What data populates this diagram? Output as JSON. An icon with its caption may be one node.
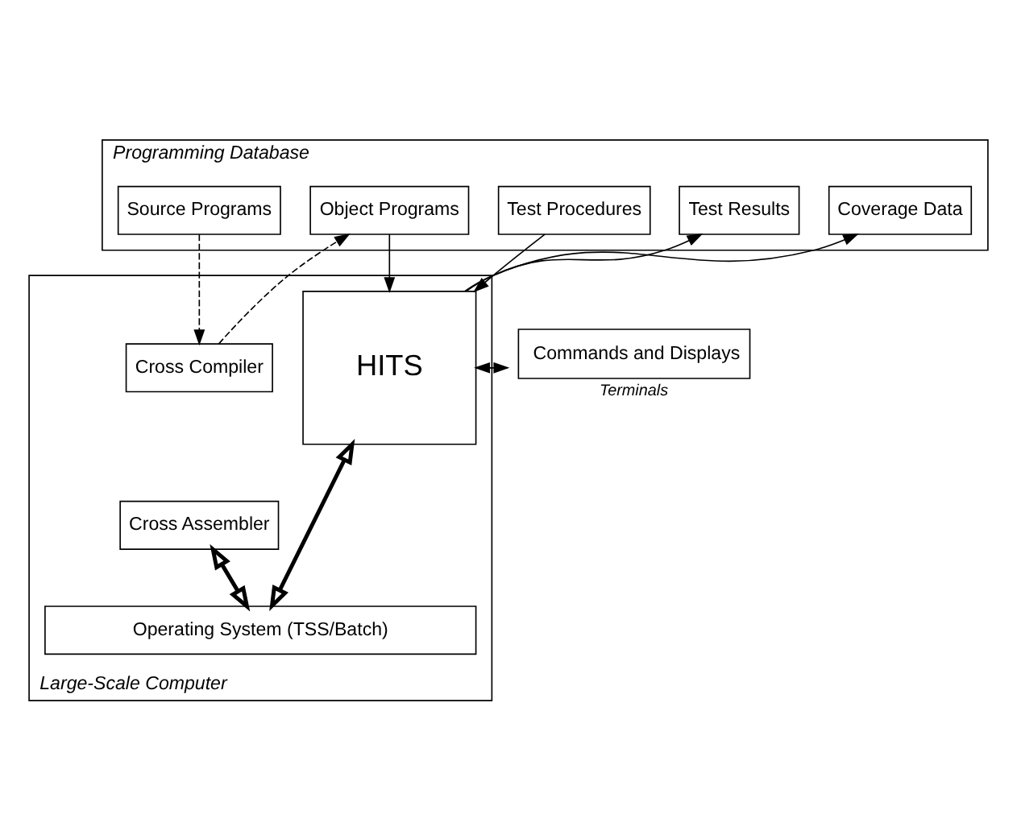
{
  "diagram": {
    "nodes": [
      {
        "text": [
          "Programming Database"
        ]
      },
      {
        "text": [
          "Source Programs"
        ],
        "in": 0
      },
      {
        "text": [
          "Object Programs"
        ],
        "in": 0
      },
      {
        "text": [
          "Test Procedures"
        ],
        "in": 0
      },
      {
        "text": [
          "Test Results"
        ],
        "in": 0
      },
      {
        "text": [
          "Coverage Data"
        ],
        "in": 0
      },
      {
        "text": [
          "Large-Scale Computer"
        ]
      },
      {
        "text": [
          "Cross Compiler"
        ],
        "in": 6
      },
      {
        "text": [
          "Cross Assembler"
        ],
        "in": 6
      },
      {
        "text": [
          "HITS"
        ],
        "in": 6
      },
      {
        "text": [
          "Operating System (TSS/Batch)"
        ],
        "in": 6
      },
      {
        "text": [
          "Commands and Displays"
        ],
        "beside": [
          "Terminals"
        ]
      }
    ],
    "edges": [
      {
        "from": 1,
        "to": 7,
        "arrow": "to",
        "style": "dashed"
      },
      {
        "from": 7,
        "to": 2,
        "arrow": "to",
        "style": "dashed"
      },
      {
        "from": 2,
        "to": 9,
        "arrow": "to"
      },
      {
        "from": 3,
        "to": 9,
        "arrow": "to"
      },
      {
        "from": 9,
        "to": 4,
        "arrow": "to"
      },
      {
        "from": 9,
        "to": 5,
        "arrow": "to"
      },
      {
        "from": 11,
        "to": 9,
        "arrow": "to"
      },
      {
        "from": 9,
        "to": 11,
        "arrow": "to"
      },
      {
        "from": 8,
        "to": 10,
        "arrow": "both",
        "style": "thick"
      },
      {
        "from": 9,
        "to": 10,
        "arrow": "both",
        "style": "thick"
      }
    ]
  }
}
